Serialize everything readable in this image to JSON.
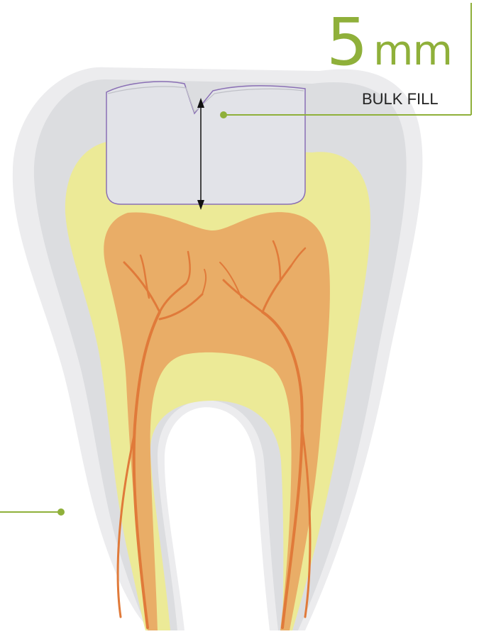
{
  "callout": {
    "number": "5",
    "unit": "mm",
    "subtitle": "BULK FILL"
  },
  "colors": {
    "accent": "#8fb03a",
    "enamel_outer": "#ececee",
    "enamel_inner": "#dcdde0",
    "dentin": "#ecea97",
    "pulp": "#e9ad67",
    "nerves": "#e07a3a",
    "filling": "#e2e3e8",
    "filling_edge": "#8a6fb5"
  },
  "icons": [
    "double-arrow-icon"
  ]
}
